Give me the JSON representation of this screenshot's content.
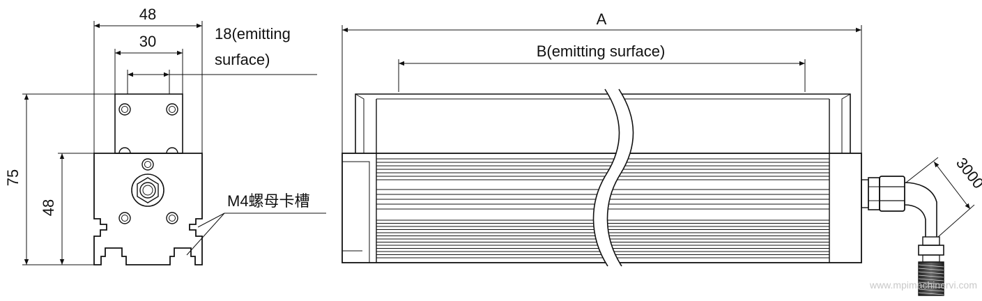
{
  "side_view": {
    "dim_outer_width": "48",
    "dim_inner_width": "30",
    "dim_emitting_note_line1": "18(emitting",
    "dim_emitting_note_line2": "surface)",
    "dim_total_height": "75",
    "dim_body_height": "48",
    "slot_callout": "M4螺母卡槽"
  },
  "front_view": {
    "dim_length": "A",
    "dim_emitting_length": "B(emitting surface)",
    "dim_cable_length": "3000"
  },
  "watermark": "www.mpimachinervi.com"
}
